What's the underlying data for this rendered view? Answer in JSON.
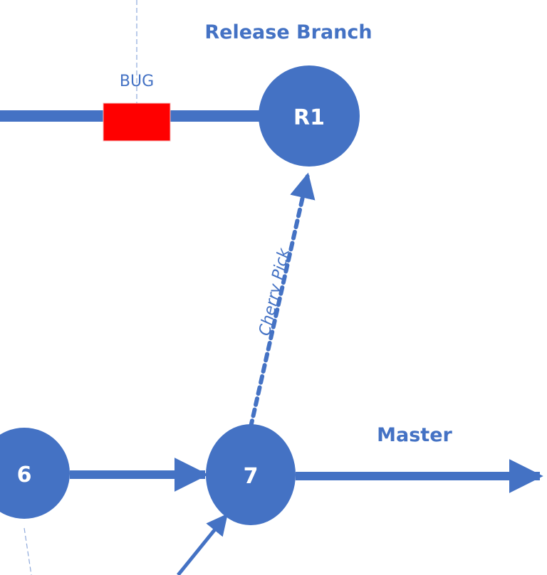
{
  "diagram": {
    "colors": {
      "primary": "#4472C4",
      "bug": "#FF0000",
      "text_on_node": "#FFFFFF",
      "guide_line": "#8EA9DB"
    },
    "labels": {
      "release_branch": "Release Branch",
      "master": "Master",
      "bug": "BUG",
      "cherry_pick": "Cherry Pick"
    },
    "nodes": [
      {
        "id": "R1",
        "label": "R1",
        "branch": "release"
      },
      {
        "id": "6",
        "label": "6",
        "branch": "master"
      },
      {
        "id": "7",
        "label": "7",
        "branch": "master"
      }
    ],
    "edges": [
      {
        "from": "bug",
        "to": "R1",
        "style": "solid",
        "branch": "release"
      },
      {
        "from": "6",
        "to": "7",
        "style": "solid-arrow",
        "branch": "master"
      },
      {
        "from": "7",
        "to": "master-continuation",
        "style": "solid-arrow",
        "branch": "master"
      },
      {
        "from": "offscreen",
        "to": "7",
        "style": "solid-arrow",
        "branch": "merge"
      },
      {
        "from": "7",
        "to": "R1",
        "style": "dashed-arrow",
        "label": "Cherry Pick"
      }
    ]
  }
}
